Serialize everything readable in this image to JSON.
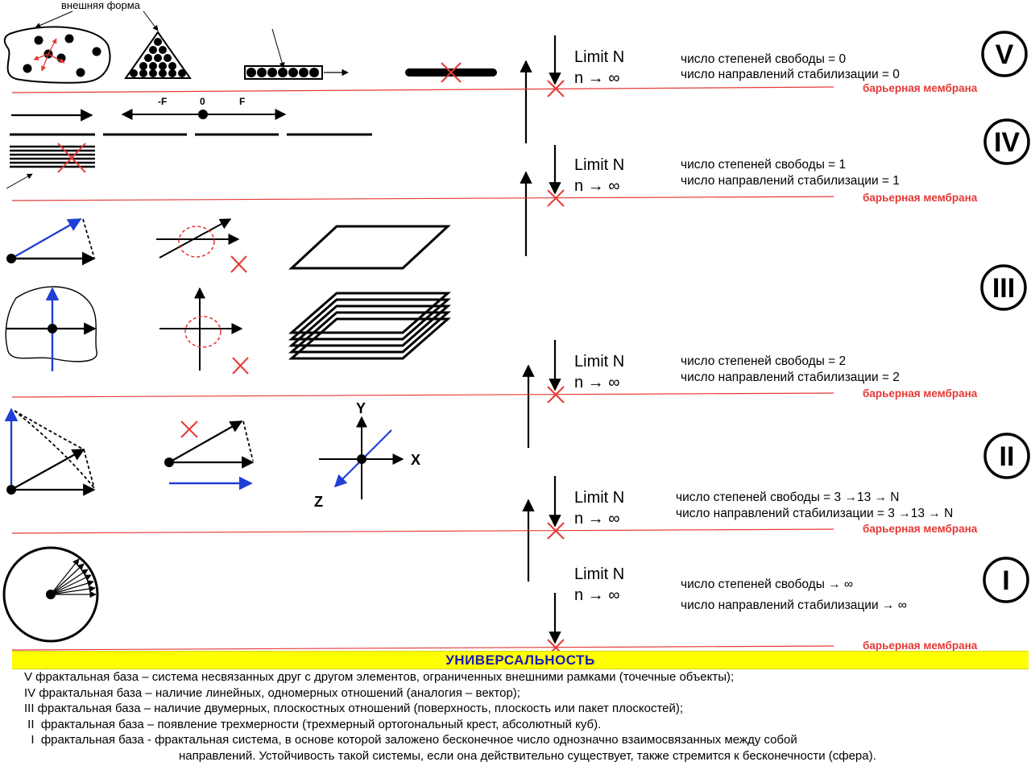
{
  "top_label": "внешняя форма",
  "force_labels": {
    "neg": "-F",
    "zero": "0",
    "pos": "F"
  },
  "axes": {
    "x": "X",
    "y": "Y",
    "z": "Z"
  },
  "barrier_label": "барьерная мембрана",
  "levels": [
    {
      "roman": "V",
      "limit_top": "Limit  N",
      "limit_bottom": "n →  ∞",
      "dof": "число степеней свободы = 0",
      "dirs": "число направлений стабилизации = 0"
    },
    {
      "roman": "IV",
      "limit_top": "Limit  N",
      "limit_bottom": "n →  ∞",
      "dof": "число степеней свободы = 1",
      "dirs": "число направлений стабилизации = 1"
    },
    {
      "roman": "III",
      "limit_top": "Limit  N",
      "limit_bottom": "n →  ∞",
      "dof": "число степеней свободы = 2",
      "dirs": "число направлений стабилизации = 2"
    },
    {
      "roman": "II",
      "limit_top": "Limit  N",
      "limit_bottom": "n →  ∞",
      "dof": "число степеней свободы = 3 →13 → N",
      "dirs": "число направлений стабилизации = 3 →13 → N"
    },
    {
      "roman": "I",
      "limit_top": "Limit  N",
      "limit_bottom": "n →  ∞",
      "dof": "число степеней свободы → ∞",
      "dirs": "число направлений стабилизации →  ∞"
    }
  ],
  "universal_title": "УНИВЕРСАЛЬНОСТЬ",
  "legend": [
    "V  фрактальная база – система несвязанных друг с другом элементов, ограниченных внешними рамками (точечные объекты);",
    "IV фрактальная база – наличие линейных, одномерных отношений (аналогия – вектор);",
    "III  фрактальная база – наличие двумерных, плоскостных отношений (поверхность, плоскость или пакет плоскостей);",
    " II  фрактальная база – появление трехмерности (трехмерный ортогональный крест, абсолютный куб).",
    "  I  фрактальная база - фрактальная система, в основе которой заложено бесконечное число однозначно взаимосвязанных между собой"
  ],
  "legend_cont": "направлений. Устойчивость такой системы, если она действительно существует, также стремится к бесконечности (сфера).",
  "colors": {
    "barrier": "#e53935",
    "accent_blue": "#1f3fd6",
    "universal_bg": "#ffff00",
    "universal_text": "#1a1ab8"
  }
}
